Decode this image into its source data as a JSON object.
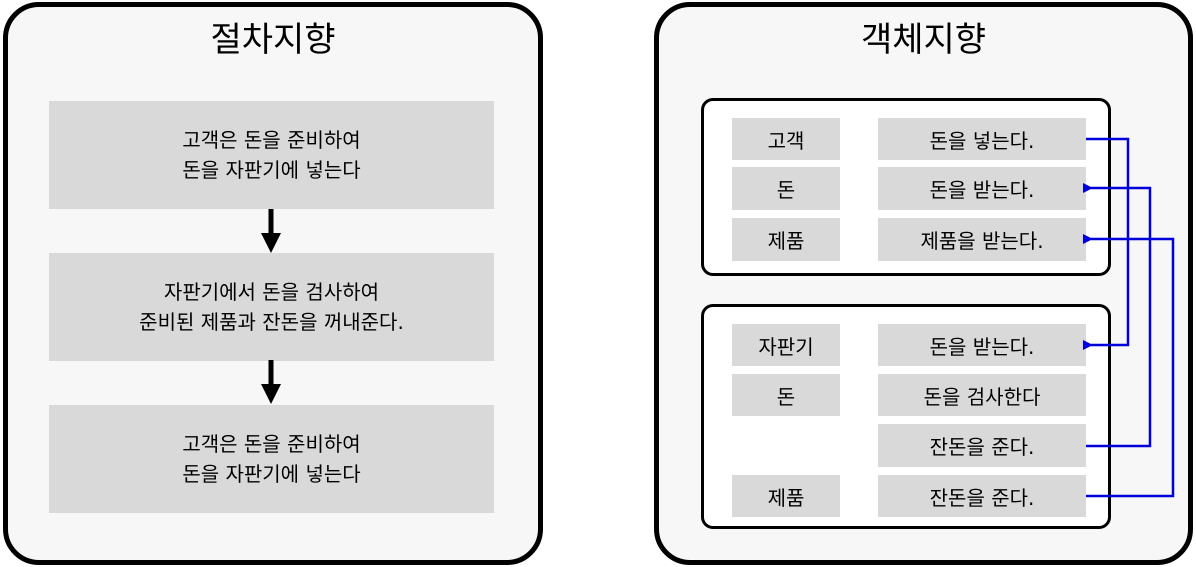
{
  "procedural": {
    "title": "절차지향",
    "steps": [
      "고객은 돈을 준비하여\n돈을 자판기에 넣는다",
      "자판기에서 돈을 검사하여\n준비된 제품과 잔돈을 꺼내준다.",
      "고객은 돈을 준비하여\n돈을 자판기에 넣는다"
    ]
  },
  "object_oriented": {
    "title": "객체지향",
    "group1": {
      "rows": [
        {
          "object": "고객",
          "method": "돈을 넣는다."
        },
        {
          "object": "돈",
          "method": "돈을 받는다."
        },
        {
          "object": "제품",
          "method": "제품을 받는다."
        }
      ]
    },
    "group2": {
      "rows": [
        {
          "object": "자판기",
          "method": "돈을 받는다."
        },
        {
          "object": "돈",
          "method": "돈을 검사한다"
        },
        {
          "object": "",
          "method": "잔돈을 준다."
        },
        {
          "object": "제품",
          "method": "잔돈을 준다."
        }
      ]
    }
  },
  "colors": {
    "connector": "#0000dd",
    "flow_arrow": "#000000",
    "cell_fill": "#d9d9d9"
  }
}
